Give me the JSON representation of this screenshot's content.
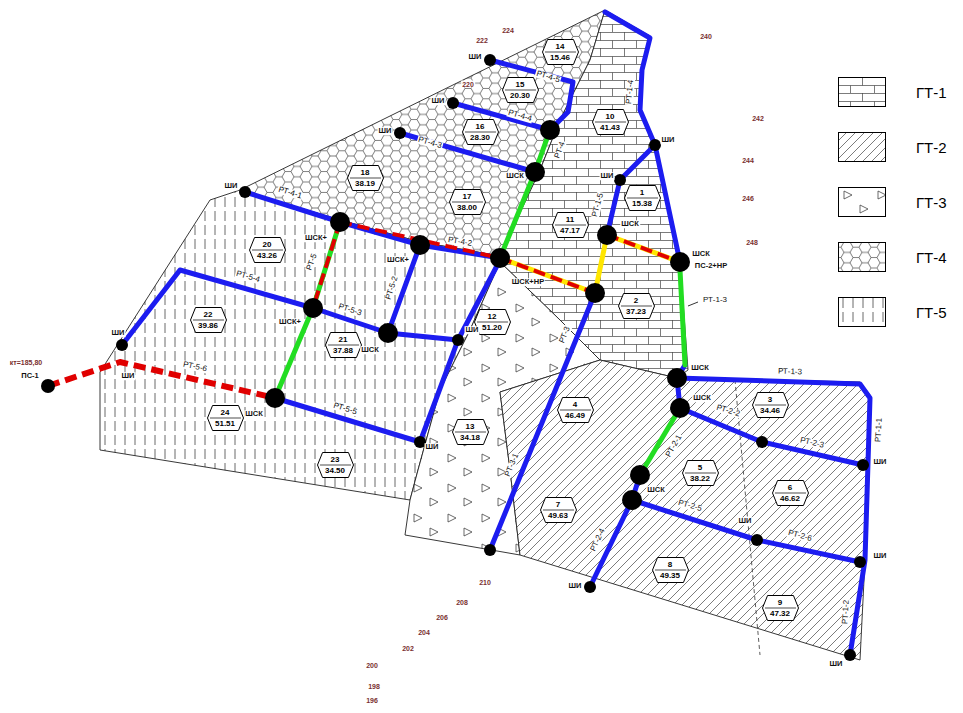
{
  "diagram": {
    "nodes": [
      {
        "text": [
          "14",
          "15.46"
        ]
      },
      {
        "text": [
          "15",
          "20.30"
        ]
      },
      {
        "text": [
          "10",
          "41.43"
        ]
      },
      {
        "text": [
          "16",
          "28.30"
        ]
      },
      {
        "text": [
          "18",
          "38.19"
        ]
      },
      {
        "text": [
          "17",
          "38.00"
        ]
      },
      {
        "text": [
          "1",
          "15.38"
        ]
      },
      {
        "text": [
          "11",
          "47.17"
        ]
      },
      {
        "text": [
          "20",
          "43.26"
        ]
      },
      {
        "text": [
          "2",
          "37.23"
        ]
      },
      {
        "text": [
          "12",
          "51.20"
        ]
      },
      {
        "text": [
          "22",
          "39.86"
        ]
      },
      {
        "text": [
          "21",
          "37.88"
        ]
      },
      {
        "text": [
          "4",
          "46.49"
        ]
      },
      {
        "text": [
          "3",
          "34.46"
        ]
      },
      {
        "text": [
          "24",
          "51.51"
        ]
      },
      {
        "text": [
          "13",
          "34.18"
        ]
      },
      {
        "text": [
          "23",
          "34.50"
        ]
      },
      {
        "text": [
          "5",
          "38.22"
        ]
      },
      {
        "text": [
          "6",
          "46.62"
        ]
      },
      {
        "text": [
          "7",
          "49.63"
        ]
      },
      {
        "text": [
          "8",
          "49.35"
        ]
      },
      {
        "text": [
          "9",
          "47.32"
        ]
      }
    ],
    "labels": [
      "224",
      "222",
      "240",
      "ШИ",
      "РТ-4-5",
      "220",
      "РТ-1-4",
      "ШИ",
      "РТ-4-4",
      "242",
      "ШИ",
      "ШИ",
      "РТ-4-3",
      "РТ-4",
      "244",
      "ШСК",
      "ШИ",
      "ШИ",
      "РТ-4-1",
      "246",
      "РТ-1-5",
      "ШСК",
      "ШСК+",
      "РТ-4-2",
      "248",
      "ШСК",
      "ШСК+",
      "РТ-5",
      "ПС-2+НР",
      "РТ-5-4",
      "ШСК+НР",
      "РТ-5-2",
      "РТ-1-3",
      "РТ-5-3",
      "ШСК+",
      "ШИ",
      "ШИ",
      "РТ-3",
      "ШСК",
      "кт=185,80",
      "РТ-5-6",
      "ШСК",
      "РТ-1-3",
      "ПС-1",
      "ШИ",
      "ШСК",
      "РТ-5-5",
      "РТ-2-2",
      "ШСК",
      "РТ-1-1",
      "РТ-2-3",
      "РТ-2-1",
      "ШИ",
      "ШИ",
      "РТ-3-1",
      "ШСК",
      "РТ-2-5",
      "ШИ",
      "РТ-2-6",
      "РТ-2-4",
      "ШИ",
      "210",
      "ШИ",
      "208",
      "РТ-1-2",
      "206",
      "204",
      "202",
      "ШИ",
      "200",
      "198",
      "196"
    ],
    "legend": [
      {
        "text": "ГТ-1"
      },
      {
        "text": "ГТ-2"
      },
      {
        "text": "ГТ-3"
      },
      {
        "text": "ГТ-4"
      },
      {
        "text": "ГТ-5"
      }
    ]
  }
}
